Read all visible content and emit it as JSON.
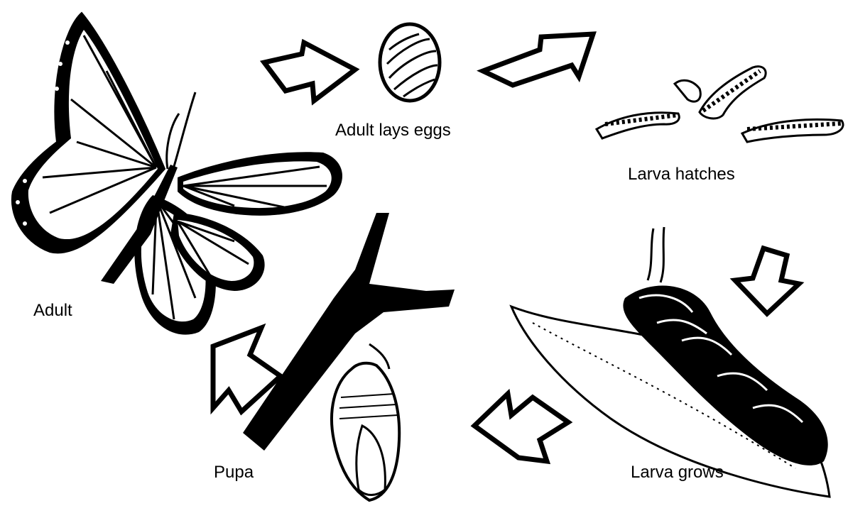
{
  "diagram": {
    "stages": [
      {
        "id": "adult",
        "label": "Adult"
      },
      {
        "id": "eggs",
        "label": "Adult lays eggs"
      },
      {
        "id": "hatch",
        "label": "Larva hatches"
      },
      {
        "id": "grows",
        "label": "Larva grows"
      },
      {
        "id": "pupa",
        "label": "Pupa"
      }
    ],
    "colors": {
      "ink": "#000000",
      "paper": "#ffffff"
    }
  }
}
